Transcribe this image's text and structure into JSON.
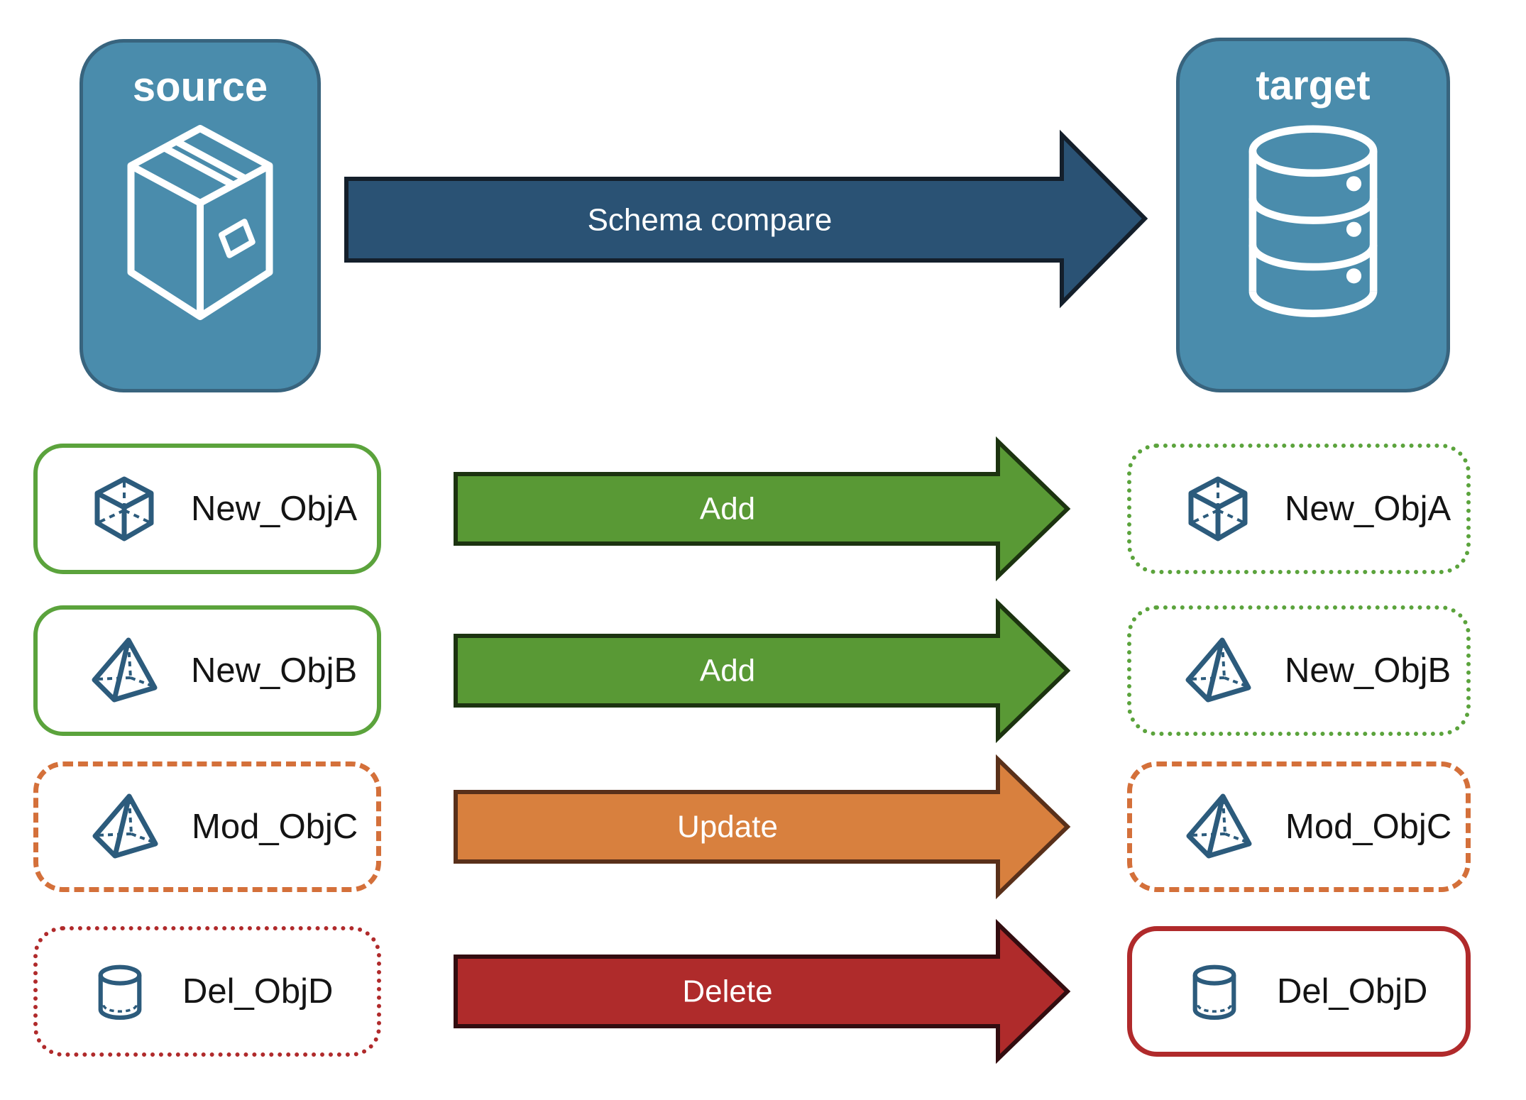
{
  "source": {
    "label": "source",
    "icon": "package-icon"
  },
  "target": {
    "label": "target",
    "icon": "database-icon"
  },
  "compare_arrow": {
    "label": "Schema compare"
  },
  "rows": [
    {
      "object_name": "New_ObjA",
      "action": "Add",
      "icon": "cube-icon",
      "source_box_style": "solid-green",
      "target_box_style": "dotted-green"
    },
    {
      "object_name": "New_ObjB",
      "action": "Add",
      "icon": "pyramid-icon",
      "source_box_style": "solid-green",
      "target_box_style": "dotted-green"
    },
    {
      "object_name": "Mod_ObjC",
      "action": "Update",
      "icon": "pyramid-icon",
      "source_box_style": "dashed-orange",
      "target_box_style": "dashed-orange"
    },
    {
      "object_name": "Del_ObjD",
      "action": "Delete",
      "icon": "cylinder-icon",
      "source_box_style": "dotted-red",
      "target_box_style": "solid-red"
    }
  ],
  "colors": {
    "node_fill": "#4A8CAC",
    "node_border": "#38647E",
    "icon_blue": "#2C5B7C",
    "compare_arrow_fill": "#2A5274",
    "compare_arrow_border": "#141F2B",
    "add_arrow_fill": "#599935",
    "add_arrow_border": "#1C3310",
    "add_box_border": "#5BA33C",
    "update_arrow_fill": "#D8803E",
    "update_arrow_border": "#59301A",
    "update_box_border": "#D4703A",
    "delete_arrow_fill": "#AF2B2B",
    "delete_arrow_border": "#330D10",
    "delete_box_border": "#B02A2B"
  }
}
